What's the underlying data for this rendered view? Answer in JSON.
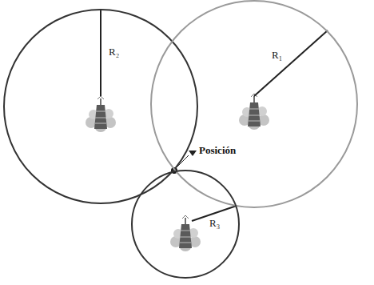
{
  "diagram": {
    "nodes": [
      {
        "text": [
          "R₂"
        ]
      },
      {
        "text": [
          "R₁"
        ]
      },
      {
        "text": [
          "R₃"
        ]
      }
    ],
    "labels": [
      "Posición"
    ]
  }
}
